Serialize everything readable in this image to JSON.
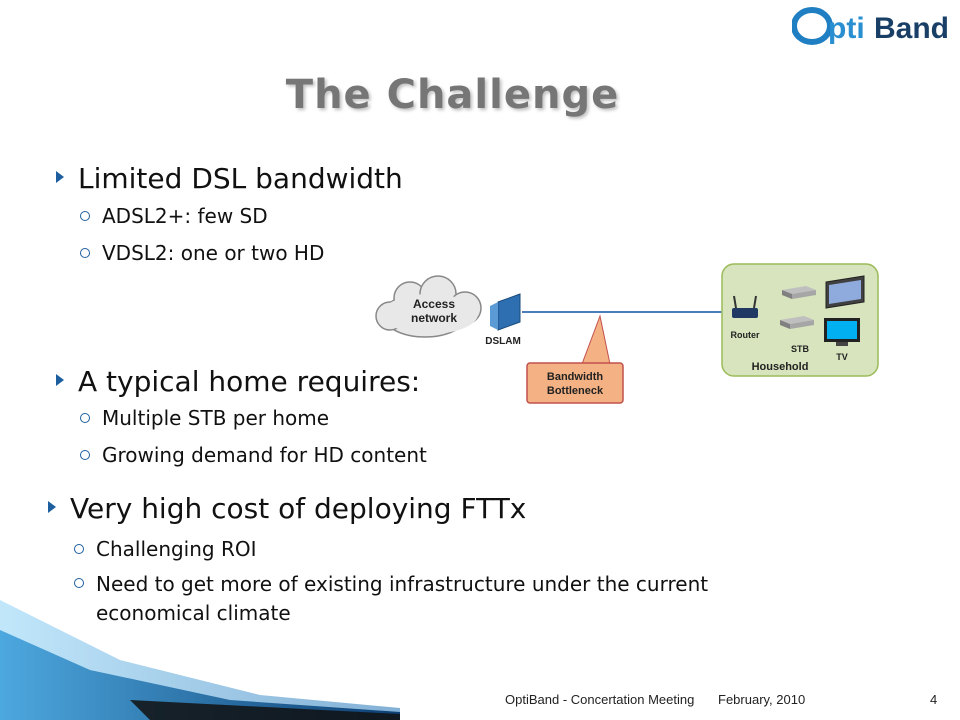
{
  "logo": {
    "text_prefix": "O",
    "text_main": "ptiBand",
    "text_suffix": "Band"
  },
  "title": "The Challenge",
  "bullets": [
    {
      "text": "Limited DSL bandwidth",
      "subs": [
        "ADSL2+: few SD",
        "VDSL2: one or two HD"
      ]
    },
    {
      "text": "A typical home requires:",
      "subs": [
        "Multiple STB per home",
        "Growing demand for HD content"
      ]
    },
    {
      "text": "Very high cost of deploying FTTx",
      "subs": [
        "Challenging ROI",
        "Need to get more of existing infrastructure under the current economical climate"
      ]
    }
  ],
  "diagram": {
    "cloud_line1": "Access",
    "cloud_line2": "network",
    "dslam": "DSLAM",
    "bottleneck_line1": "Bandwidth",
    "bottleneck_line2": "Bottleneck",
    "router": "Router",
    "stb": "STB",
    "tv": "TV",
    "household": "Household",
    "colors": {
      "household_bg": "#d7e4bd",
      "callout_fill": "#f4b183",
      "line": "#4a7ebb"
    }
  },
  "footer": {
    "left": "OptiBand - Concertation Meeting",
    "date": "February, 2010",
    "page": "4"
  },
  "theme": {
    "accent": "#1d5f9e",
    "ribbon": "#4f9fd6"
  }
}
